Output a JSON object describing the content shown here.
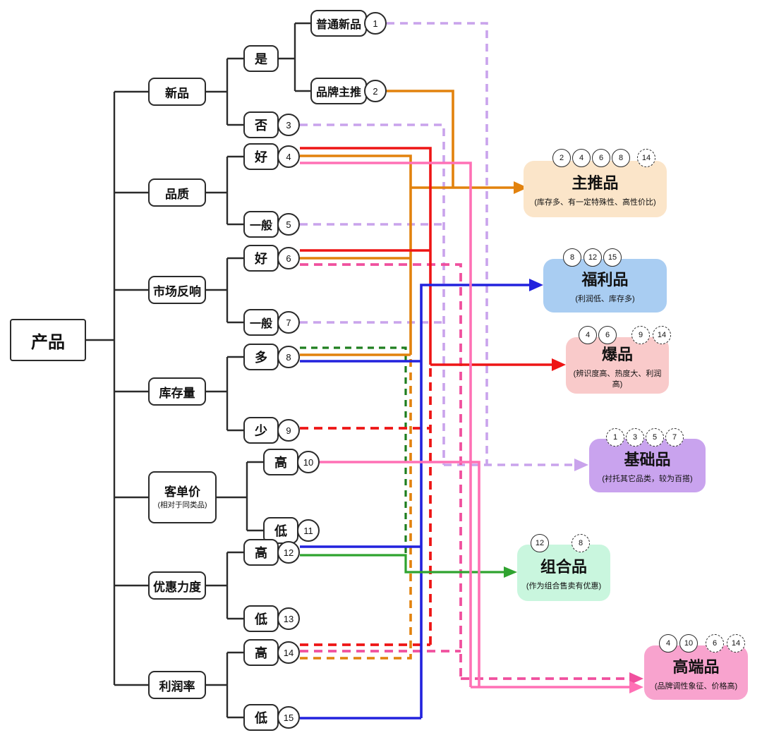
{
  "colors": {
    "tree": "#2b2b2b",
    "orange": "#E2820D",
    "red": "#EE1515",
    "blue": "#2222DD",
    "green": "#2FA32F",
    "green_dark": "#1E7E1E",
    "purple": "#C9A3EC",
    "pink": "#FF70B5",
    "pink_deep": "#F0509E"
  },
  "root": {
    "label": "产品"
  },
  "branches": [
    {
      "label": "新品"
    },
    {
      "label": "品质"
    },
    {
      "label": "市场反响"
    },
    {
      "label": "库存量"
    },
    {
      "label": "客单价",
      "note": "(相对于同类品)"
    },
    {
      "label": "优惠力度"
    },
    {
      "label": "利润率"
    }
  ],
  "yes_node": {
    "label": "是"
  },
  "leaves": [
    {
      "num": "1",
      "label": "普通新品"
    },
    {
      "num": "2",
      "label": "品牌主推"
    },
    {
      "num": "3",
      "label": "否"
    },
    {
      "num": "4",
      "label": "好"
    },
    {
      "num": "5",
      "label": "一般"
    },
    {
      "num": "6",
      "label": "好"
    },
    {
      "num": "7",
      "label": "一般"
    },
    {
      "num": "8",
      "label": "多"
    },
    {
      "num": "9",
      "label": "少"
    },
    {
      "num": "10",
      "label": "高"
    },
    {
      "num": "11",
      "label": "低"
    },
    {
      "num": "12",
      "label": "高"
    },
    {
      "num": "13",
      "label": "低"
    },
    {
      "num": "14",
      "label": "高"
    },
    {
      "num": "15",
      "label": "低"
    }
  ],
  "categories": [
    {
      "title": "主推品",
      "subtitle": "(库存多、有一定特殊性、高性价比)",
      "fill": "#FBE5C9",
      "badges": [
        "2",
        "4",
        "6",
        "8",
        "14"
      ]
    },
    {
      "title": "福利品",
      "subtitle": "(利润低、库存多)",
      "fill": "#A9CDF2",
      "badges": [
        "8",
        "12",
        "15"
      ]
    },
    {
      "title": "爆品",
      "subtitle": "(辨识度高、热度大、利润高)",
      "fill": "#F9CACA",
      "badges": [
        "4",
        "6",
        "9",
        "14"
      ]
    },
    {
      "title": "基础品",
      "subtitle": "(衬托其它品类，较为百搭)",
      "fill": "#C9A3EE",
      "badges": [
        "1",
        "3",
        "5",
        "7"
      ]
    },
    {
      "title": "组合品",
      "subtitle": "(作为组合售卖有优惠)",
      "fill": "#C9F6DE",
      "badges": [
        "12",
        "8"
      ]
    },
    {
      "title": "高端品",
      "subtitle": "(品牌调性象征、价格高)",
      "fill": "#F8A3CE",
      "badges": [
        "4",
        "10",
        "6",
        "14"
      ]
    }
  ]
}
